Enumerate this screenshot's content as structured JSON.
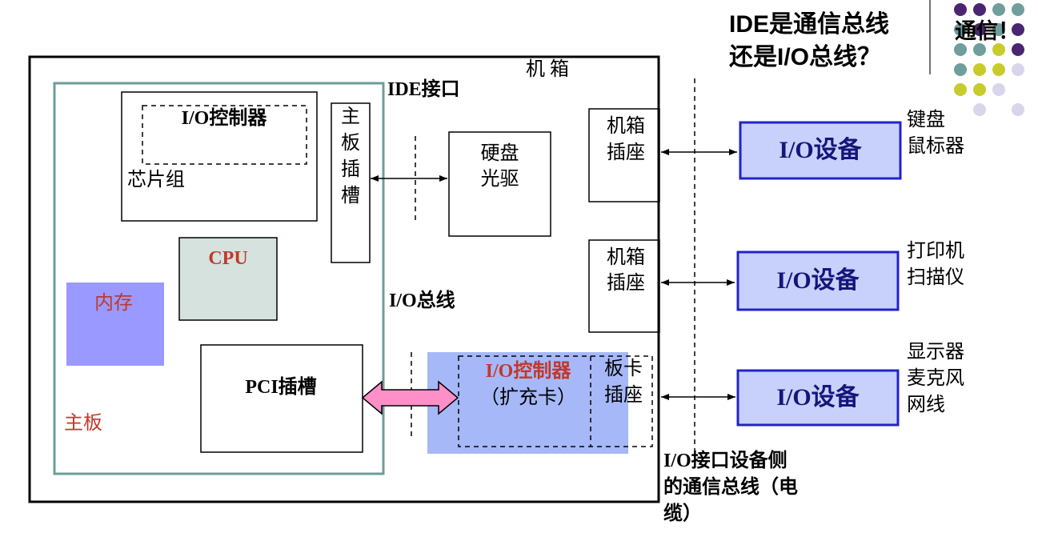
{
  "question": {
    "line1": "IDE是通信总线",
    "line2": "还是I/O总线？"
  },
  "corner_note": "通信！",
  "chassis": {
    "label": "机 箱"
  },
  "motherboard": {
    "label": "主板",
    "chipset": {
      "controller_label": "I/O控制器",
      "label": "芯片组"
    },
    "slot_chars": [
      "主",
      "板",
      "插",
      "槽"
    ],
    "cpu_label": "CPU",
    "memory_label": "内存",
    "pci_slot_label": "PCI插槽"
  },
  "ide_interface_label": "IDE接口",
  "io_bus_label": "I/O总线",
  "storage": {
    "line1": "硬盘",
    "line2": "光驱"
  },
  "chassis_sockets": [
    {
      "line1": "机箱",
      "line2": "插座"
    },
    {
      "line1": "机箱",
      "line2": "插座"
    }
  ],
  "expansion_card": {
    "title": "I/O控制器",
    "subtitle": "（扩充卡）",
    "socket_line1": "板卡",
    "socket_line2": "插座"
  },
  "io_devices": [
    {
      "label": "I/O设备",
      "examples": [
        "键盘",
        "鼠标器"
      ]
    },
    {
      "label": "I/O设备",
      "examples": [
        "打印机",
        "扫描仪"
      ]
    },
    {
      "label": "I/O设备",
      "examples": [
        "显示器",
        "麦克风",
        "网线"
      ]
    }
  ],
  "cable_note": [
    "I/O接口设备侧",
    "的通信总线（电",
    "缆）"
  ],
  "colors": {
    "accent_red": "#c0392b",
    "motherboard_border": "#6e9c98",
    "memory_fill": "#9999ff",
    "cpu_fill": "#d5e2de",
    "card_fill": "#a6b8f8",
    "device_fill": "#c7d1fb",
    "device_border": "#2323c8",
    "device_text": "#15157a",
    "arrow_pink": "#ff8fc8",
    "dot_purple": "#4a2670",
    "dot_teal": "#6f9e9c",
    "dot_yellow": "#c8cb2c",
    "dot_lavender": "#d9d5ea"
  }
}
